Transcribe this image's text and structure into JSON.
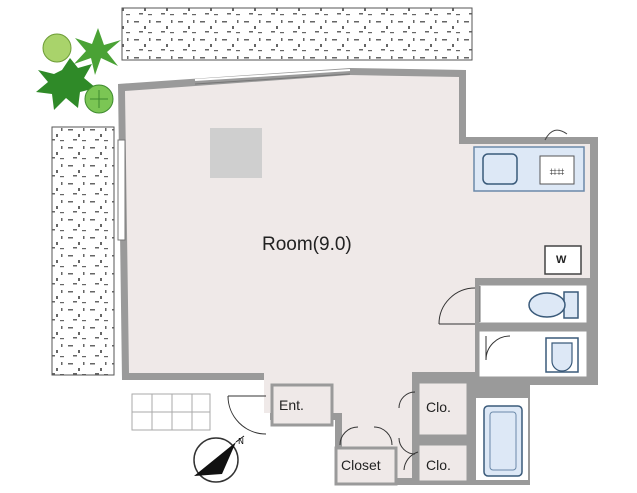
{
  "labels": {
    "room": "Room(9.0)",
    "entrance": "Ent.",
    "closet_upper": "Clo.",
    "closet_lower": "Clo.",
    "closet_main": "Closet",
    "washer": "W"
  },
  "icons": {
    "sink": "sink-icon",
    "stove": "stove-burner-icon",
    "toilet": "toilet-icon",
    "washbasin": "washbasin-icon",
    "bathtub": "bathtub-icon",
    "compass": "north-compass-icon",
    "plants": "plant-icon"
  },
  "colors": {
    "floor": "#efe9e8",
    "wall": "#9a9a9a",
    "fixture": "#dde8f6",
    "fixture_stroke": "#6b89a9",
    "plant": "#3e9a2e"
  }
}
